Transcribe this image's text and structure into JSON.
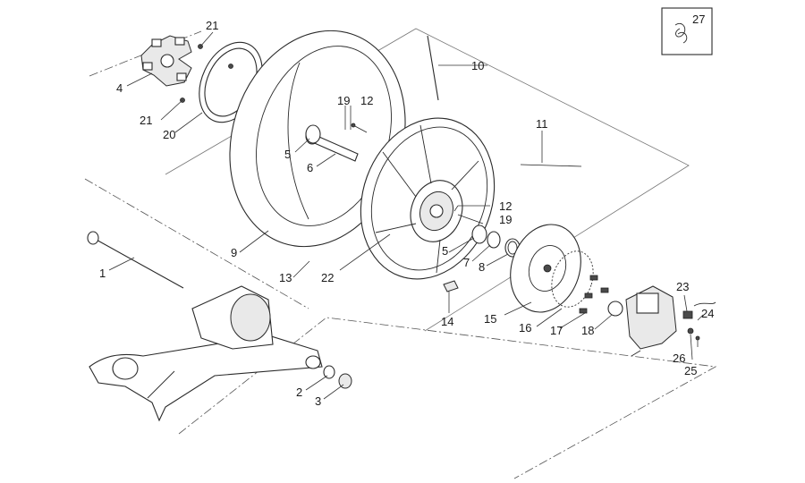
{
  "callouts": {
    "c1": "1",
    "c2": "2",
    "c3": "3",
    "c4": "4",
    "c5a": "5",
    "c5b": "5",
    "c6": "6",
    "c7": "7",
    "c8": "8",
    "c9": "9",
    "c10": "10",
    "c11": "11",
    "c12a": "12",
    "c12b": "12",
    "c13": "13",
    "c14": "14",
    "c15": "15",
    "c16": "16",
    "c17": "17",
    "c18": "18",
    "c19a": "19",
    "c19b": "19",
    "c20": "20",
    "c21a": "21",
    "c21b": "21",
    "c22": "22",
    "c23": "23",
    "c24": "24",
    "c25": "25",
    "c26": "26",
    "c27": "27"
  }
}
